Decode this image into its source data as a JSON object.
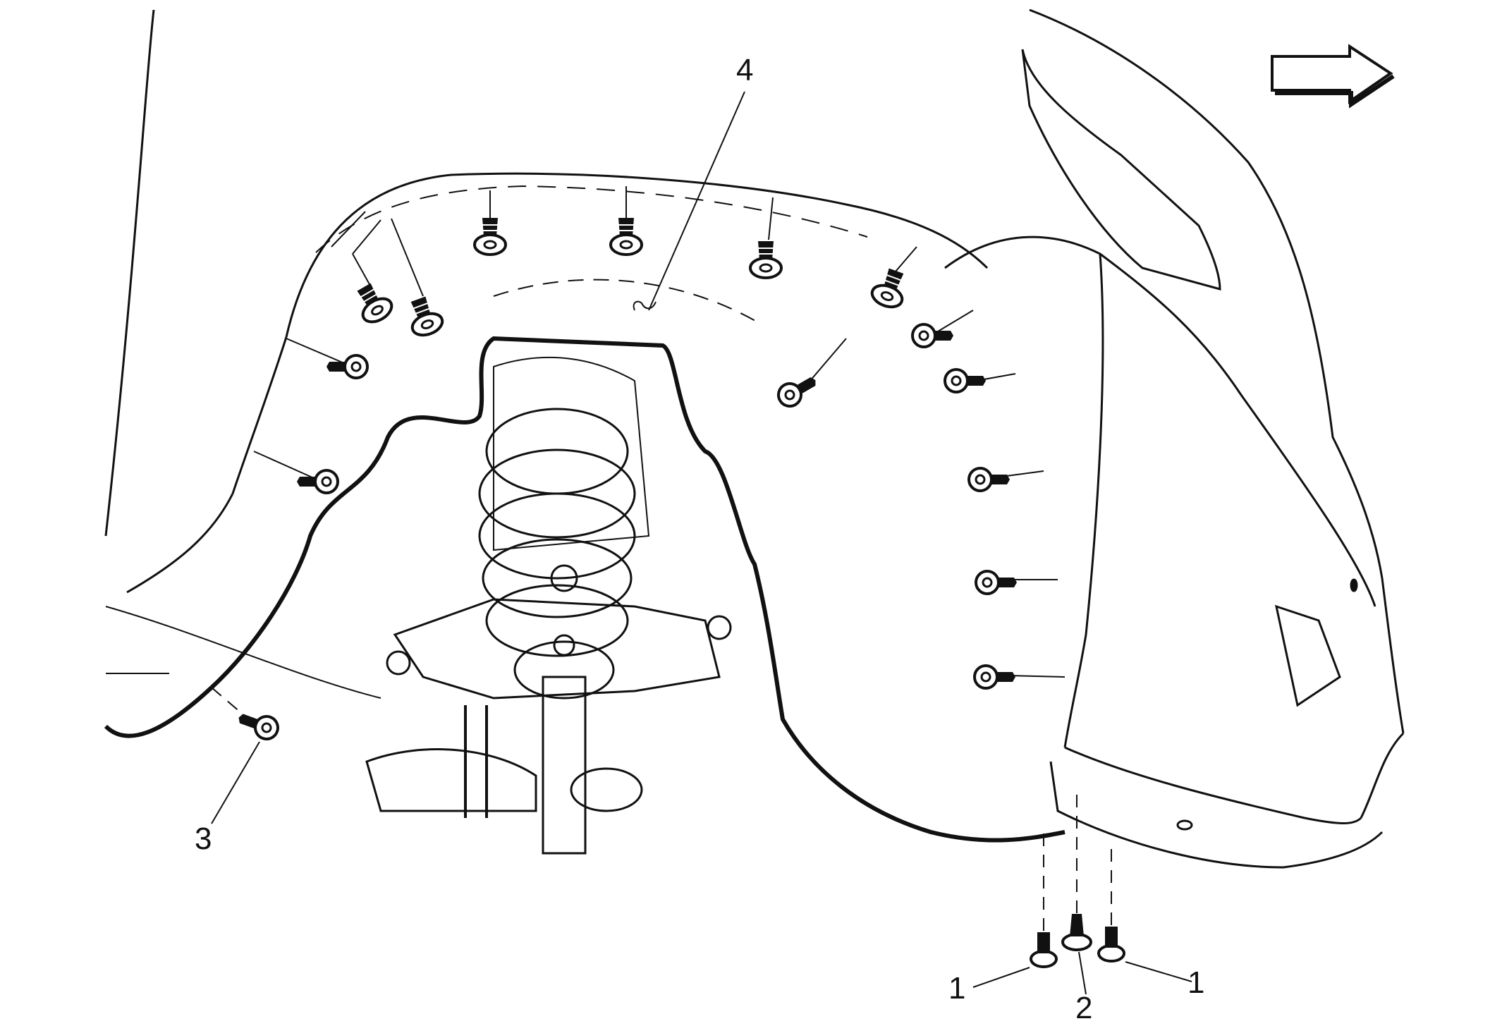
{
  "diagram": {
    "callouts": {
      "c1_left": "1",
      "c1_right": "1",
      "c2": "2",
      "c3": "3",
      "c4": "4"
    },
    "direction_arrow_icon": "right-arrow-icon",
    "line_color": "#111111",
    "background": "#ffffff"
  }
}
